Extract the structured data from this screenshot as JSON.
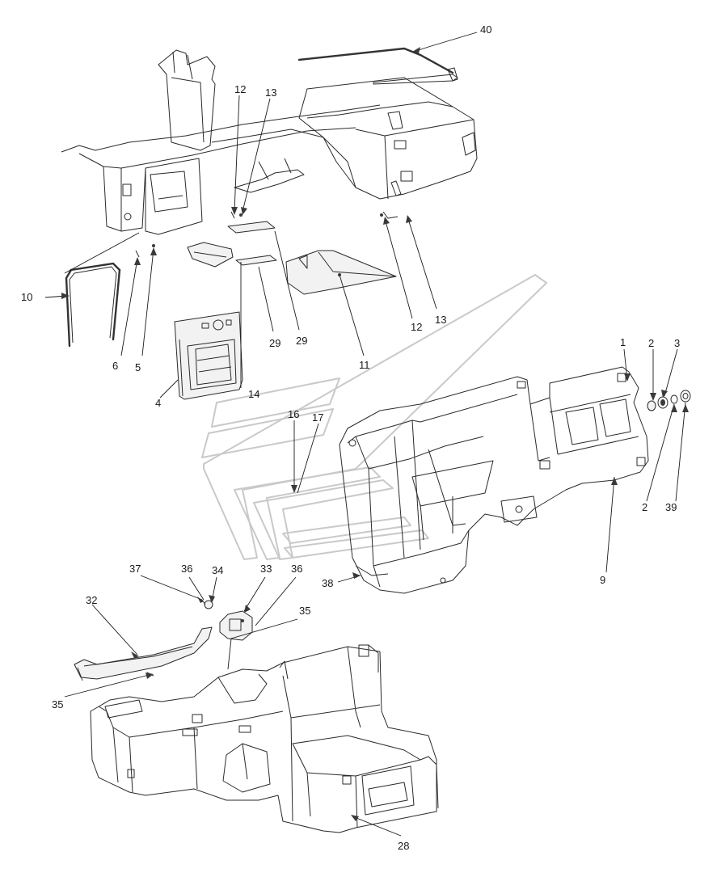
{
  "callouts": [
    {
      "id": "c40",
      "text": "40"
    },
    {
      "id": "c12a",
      "text": "12"
    },
    {
      "id": "c13a",
      "text": "13"
    },
    {
      "id": "c10",
      "text": "10"
    },
    {
      "id": "c6",
      "text": "6"
    },
    {
      "id": "c5",
      "text": "5"
    },
    {
      "id": "c29a",
      "text": "29"
    },
    {
      "id": "c29b",
      "text": "29"
    },
    {
      "id": "c11",
      "text": "11"
    },
    {
      "id": "c12b",
      "text": "12"
    },
    {
      "id": "c13b",
      "text": "13"
    },
    {
      "id": "c14",
      "text": "14"
    },
    {
      "id": "c4",
      "text": "4"
    },
    {
      "id": "c1",
      "text": "1"
    },
    {
      "id": "c2a",
      "text": "2"
    },
    {
      "id": "c3",
      "text": "3"
    },
    {
      "id": "c2b",
      "text": "2"
    },
    {
      "id": "c39",
      "text": "39"
    },
    {
      "id": "c16",
      "text": "16"
    },
    {
      "id": "c17",
      "text": "17"
    },
    {
      "id": "c9",
      "text": "9"
    },
    {
      "id": "c38",
      "text": "38"
    },
    {
      "id": "c37",
      "text": "37"
    },
    {
      "id": "c36a",
      "text": "36"
    },
    {
      "id": "c34",
      "text": "34"
    },
    {
      "id": "c33",
      "text": "33"
    },
    {
      "id": "c36b",
      "text": "36"
    },
    {
      "id": "c32",
      "text": "32"
    },
    {
      "id": "c35a",
      "text": "35"
    },
    {
      "id": "c35b",
      "text": "35"
    },
    {
      "id": "c28",
      "text": "28"
    }
  ],
  "colors": {
    "line": "#2a2a2a",
    "background": "#ffffff",
    "watermark": "#c9c9c9"
  }
}
